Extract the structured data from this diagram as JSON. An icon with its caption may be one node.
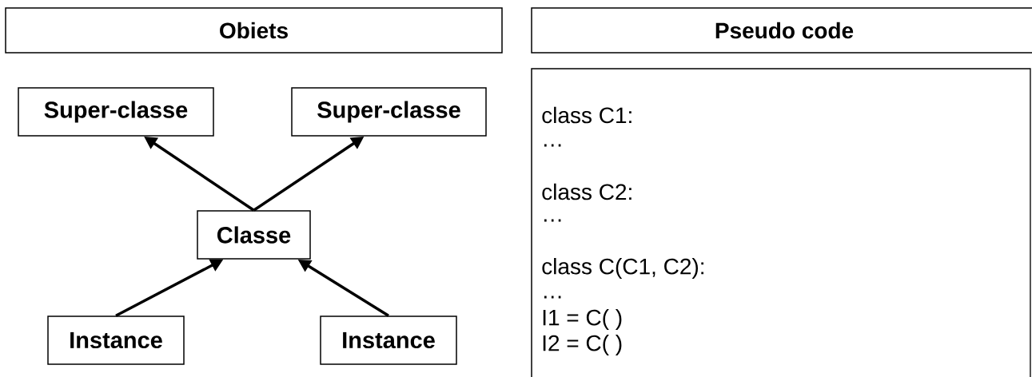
{
  "diagram": {
    "nodes": [
      {
        "text": [
          "Obiets"
        ]
      },
      {
        "text": [
          "Pseudo code"
        ]
      },
      {
        "text": [
          "Super-classe"
        ]
      },
      {
        "text": [
          "Super-classe"
        ]
      },
      {
        "text": [
          "class C1:",
          "…",
          "class C2:",
          "…",
          "class C(C1, C2):",
          "…",
          "I1 = C( )",
          "I2 = C( )"
        ]
      },
      {
        "text": [
          "Classe"
        ]
      },
      {
        "text": [
          "Instance"
        ]
      },
      {
        "text": [
          "Instance"
        ]
      }
    ],
    "edges": [
      {
        "from": 5,
        "to": 2,
        "arrow": "to"
      },
      {
        "from": 5,
        "to": 3,
        "arrow": "to"
      },
      {
        "from": 6,
        "to": 5,
        "arrow": "to"
      },
      {
        "from": 7,
        "to": 5,
        "arrow": "to"
      }
    ]
  }
}
